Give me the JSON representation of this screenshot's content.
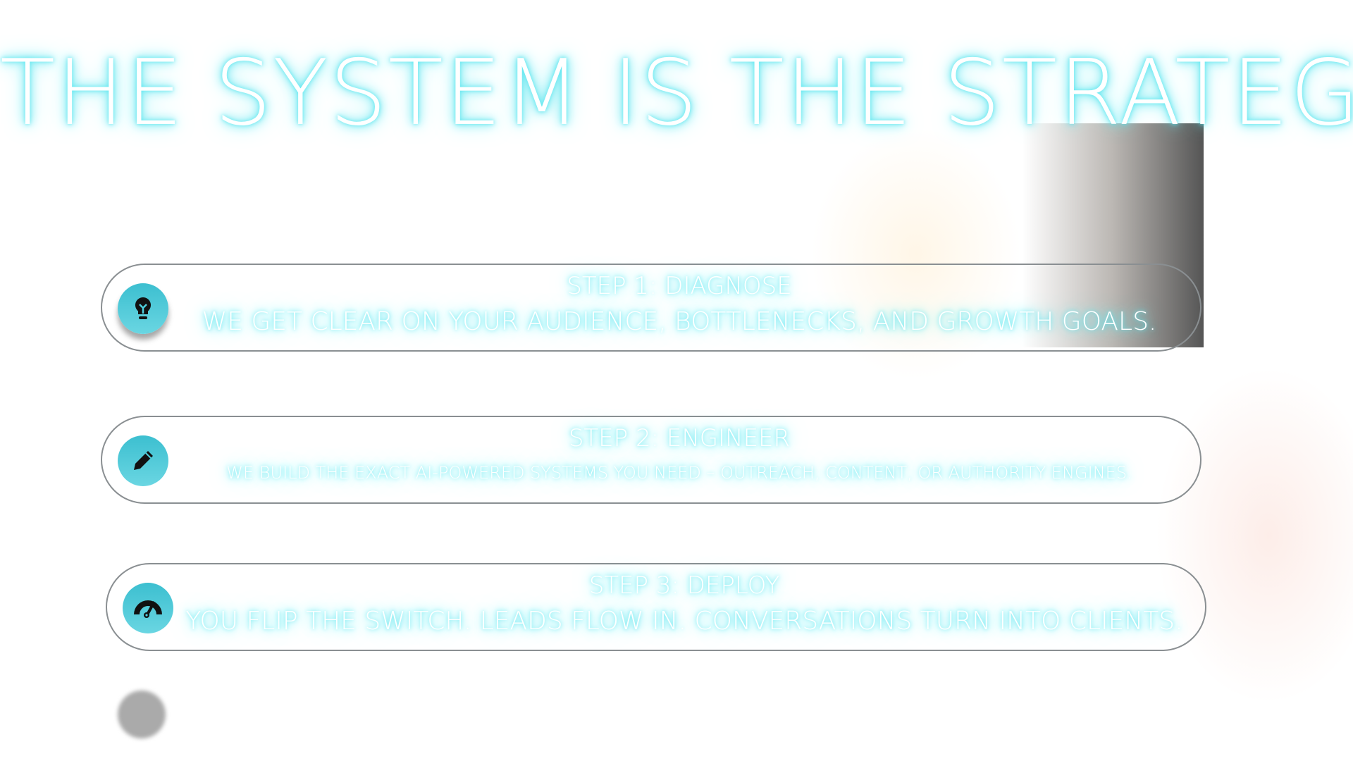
{
  "title": "THE SYSTEM IS THE STRATEGY",
  "steps": [
    {
      "title": "STEP 1: DIAGNOSE",
      "description": "WE GET CLEAR ON YOUR AUDIENCE, BOTTLENECKS, AND GROWTH GOALS.",
      "icon": "lightbulb-icon"
    },
    {
      "title": "STEP 2: ENGINEER",
      "description": "WE BUILD THE EXACT AI-POWERED SYSTEMS YOU NEED – OUTREACH, CONTENT, OR AUTHORITY ENGINES.",
      "icon": "pencil-icon"
    },
    {
      "title": "STEP 3: DEPLOY",
      "description": "YOU FLIP THE SWITCH. LEADS FLOW IN. CONVERSATIONS TURN INTO CLIENTS.",
      "icon": "speedometer-icon"
    }
  ],
  "colors": {
    "accent": "#4fd0de",
    "glow": "#5ce8f0",
    "border": "#8a8f92"
  }
}
